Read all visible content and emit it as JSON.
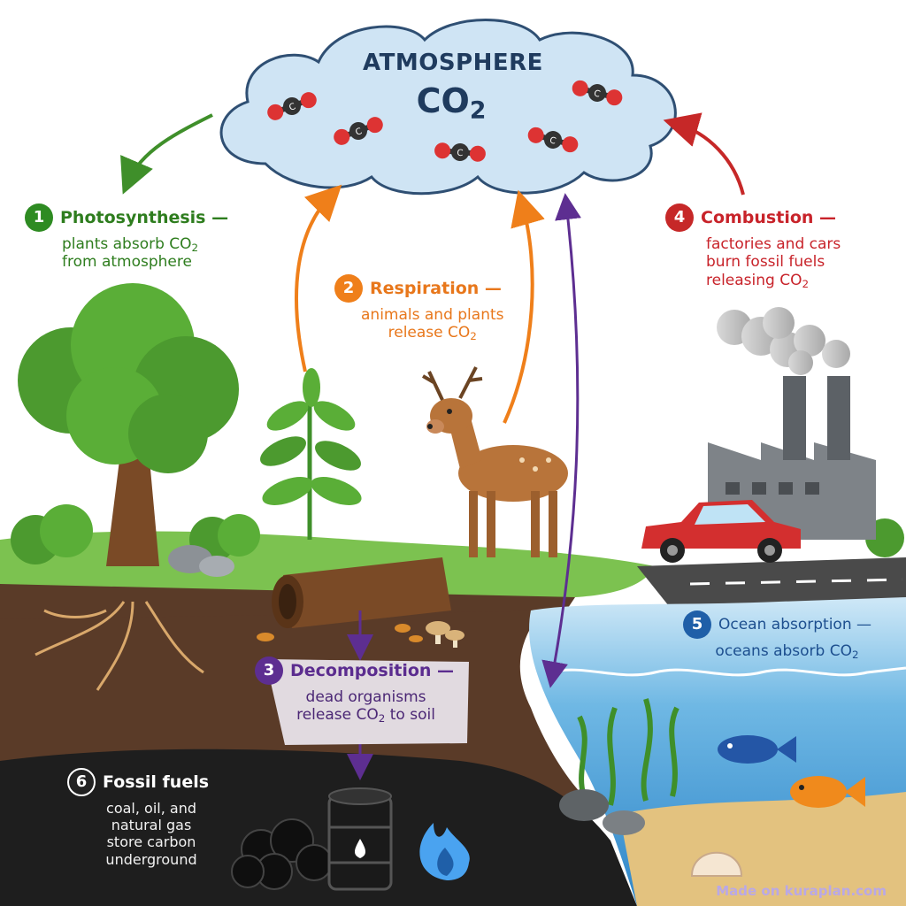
{
  "atmosphere": {
    "title": "ATMOSPHERE",
    "co2_main": "CO",
    "co2_sub": "2",
    "molecule_letter": "C"
  },
  "steps": [
    {
      "number": "1",
      "title": "Photosynthesis —",
      "line1": "plants absorb CO",
      "line1_sub": "2",
      "line2": "from atmosphere",
      "color": "#2e8b22"
    },
    {
      "number": "2",
      "title": "Respiration —",
      "line1": "animals and plants",
      "line2": "release CO",
      "line2_sub": "2",
      "color": "#ef7f1a"
    },
    {
      "number": "3",
      "title": "Decomposition —",
      "line1": "dead organisms",
      "line2": "release CO",
      "line2_sub": "2",
      "line2_tail": " to soil",
      "color": "#5d2e91"
    },
    {
      "number": "4",
      "title": "Combustion —",
      "line1": "factories and cars",
      "line2": "burn fossil fuels",
      "line3": "releasing CO",
      "line3_sub": "2",
      "color": "#c62828"
    },
    {
      "number": "5",
      "title": "Ocean absorption —",
      "line1": "oceans absorb CO",
      "line1_sub": "2",
      "color": "#1f5fa8"
    },
    {
      "number": "6",
      "title": "Fossil fuels",
      "line1": "coal, oil, and",
      "line2": "natural gas",
      "line3": "store carbon",
      "line4": "underground",
      "color": "#222222"
    }
  ],
  "watermark": "Made on kuraplan.com"
}
